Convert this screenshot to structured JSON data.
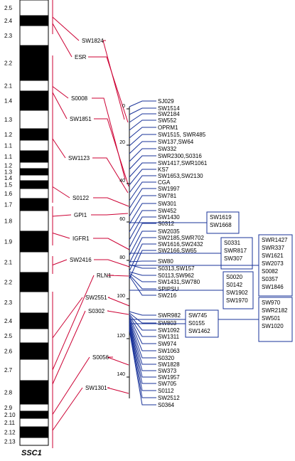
{
  "chromosome": "SSC1",
  "bands": [
    {
      "label": "2.5",
      "fill": "white"
    },
    {
      "label": "2.4",
      "fill": "black"
    },
    {
      "label": "2.3",
      "fill": "white"
    },
    {
      "label": "2.2",
      "fill": "black"
    },
    {
      "label": "2.1",
      "fill": "white"
    },
    {
      "label": "1.4",
      "fill": "black"
    },
    {
      "label": "1.3",
      "fill": "white"
    },
    {
      "label": "1.2",
      "fill": "black"
    },
    {
      "label": "1.1",
      "fill": "white"
    },
    {
      "label": "1.1",
      "fill": "black"
    },
    {
      "label": "1.2",
      "fill": "white"
    },
    {
      "label": "1.3",
      "fill": "black"
    },
    {
      "label": "1.4",
      "fill": "white"
    },
    {
      "label": "1.5",
      "fill": "black"
    },
    {
      "label": "1.6",
      "fill": "white"
    },
    {
      "label": "1.7",
      "fill": "black"
    },
    {
      "label": "1.8",
      "fill": "white"
    },
    {
      "label": "1.9",
      "fill": "black"
    },
    {
      "label": "2.1",
      "fill": "white"
    },
    {
      "label": "2.2",
      "fill": "black"
    },
    {
      "label": "2.3",
      "fill": "white"
    },
    {
      "label": "2.4",
      "fill": "black"
    },
    {
      "label": "2.5",
      "fill": "white"
    },
    {
      "label": "2.6",
      "fill": "black"
    },
    {
      "label": "2.7",
      "fill": "white"
    },
    {
      "label": "2.8",
      "fill": "black"
    },
    {
      "label": "2.9",
      "fill": "white"
    },
    {
      "label": "2.10",
      "fill": "black"
    },
    {
      "label": "2.11",
      "fill": "white"
    },
    {
      "label": "2.12",
      "fill": "black"
    },
    {
      "label": "2.13",
      "fill": "white"
    }
  ],
  "genes": [
    "SW1824",
    "ESR",
    "S0008",
    "SW1851",
    "SW1123",
    "S0122",
    "GPI1",
    "IGFR1",
    "SW2416",
    "RLN1",
    "SW2551",
    "S0302",
    "S0056",
    "SW1301"
  ],
  "ticks": [
    "0",
    "20",
    "40",
    "60",
    "80",
    "100",
    "120",
    "140"
  ],
  "markers": [
    "SJ029",
    "SW1514",
    "SW2184",
    "SW552",
    "OPRM1",
    "SW1515, SWR485",
    "SW137,SW64",
    "SW332",
    "SWR2300,S0316",
    "SW1417,SWR1061",
    "KS7",
    "SW1653,SW2130",
    "CGA",
    "SW1997",
    "SW781",
    "SW301",
    "SW452",
    "SW1430",
    "S0312",
    "SW2035",
    "SW2185,SWR702",
    "SW1616,SW2432",
    "SW2166,SW65",
    "SW80",
    "S0313,SW157",
    "S0113,SW962",
    "SW1431,SW780",
    "SPIPSU",
    "SW216",
    "SWR982",
    "SW803",
    "SW1092",
    "SW1311",
    "SW974",
    "SW1063",
    "S0320",
    "SW1828",
    "SW373",
    "SW1957",
    "SW705",
    "S0112",
    "SW2512",
    "S0364"
  ],
  "boxes": [
    [
      "SW1619",
      "SW1668"
    ],
    [
      "S0331",
      "SWR817",
      "SW307"
    ],
    [
      "SWR1427",
      "SWR337",
      "SW1621",
      "SW2073",
      "S0082",
      "S0357",
      "SW1846"
    ],
    [
      "S0020",
      "S0142",
      "SW1902",
      "SW1970"
    ],
    [
      "SW970",
      "SWR2182",
      "SW501",
      "SW1020"
    ],
    [
      "SW745",
      "S0155",
      "SW1462"
    ]
  ],
  "colors": {
    "gene_line": "#cc0033",
    "marker_line": "#1a3399",
    "box_border": "#1a3399",
    "band_dark": "#000000"
  }
}
